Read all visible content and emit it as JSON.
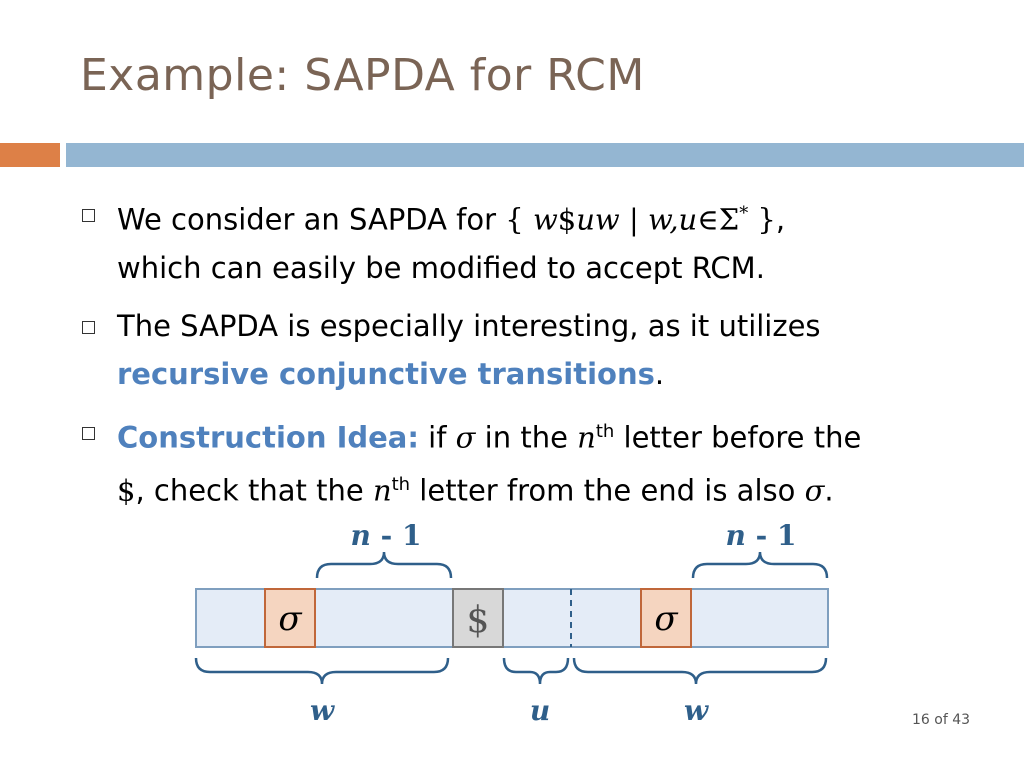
{
  "slide": {
    "title": "Example: SAPDA for RCM",
    "page_number": "16 of 43"
  },
  "bullets": [
    {
      "prefix": "We consider an SAPDA for ",
      "set_open": "{ ",
      "set_w1": "w",
      "set_dollar": "$",
      "set_uw": "uw",
      "set_bar": " | ",
      "set_wu": "w,u",
      "set_in": "∈Σ",
      "set_star": "*",
      "set_close": " }",
      "suffix": ",",
      "line2": "which can easily be modified to accept RCM."
    },
    {
      "text": "The SAPDA is especially interesting, as it utilizes",
      "highlight": "recursive conjunctive transitions",
      "end": "."
    },
    {
      "label": "Construction Idea:",
      "t1": " if ",
      "sigma": "σ",
      "t2": " in the ",
      "n": "n",
      "th": "th",
      "t3": " letter before the",
      "dollar": "$",
      "t4": ", check that the ",
      "n2": "n",
      "th2": "th",
      "t5": " letter from the end is also ",
      "sigma2": "σ",
      "end": "."
    }
  ],
  "diagram": {
    "left_top_label_n": "n",
    "left_top_label_rest": " - 1",
    "right_top_label_n": "n",
    "right_top_label_rest": " - 1",
    "sigma_left": "σ",
    "dollar": "$",
    "sigma_right": "σ",
    "bottom_w_left": "w",
    "bottom_u": "u",
    "bottom_w_right": "w",
    "colors": {
      "tape_fill": "#e4ecf7",
      "tape_stroke": "#7f9fbf",
      "sigma_fill": "#f5d5c0",
      "sigma_stroke": "#c0673a",
      "dollar_fill": "#d8d8d8",
      "dollar_stroke": "#777777",
      "brace": "#2f5f8a",
      "label": "#2f5f8a"
    }
  }
}
